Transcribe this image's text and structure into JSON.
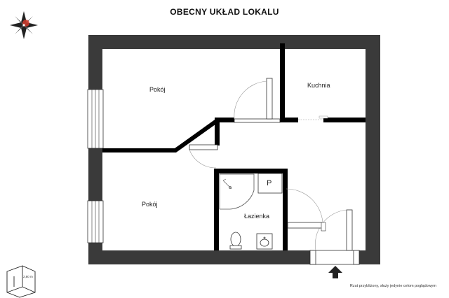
{
  "title": "OBECNY UKŁAD LOKALU",
  "rooms": {
    "room_top_left": "Pokój",
    "kitchen": "Kuchnia",
    "room_bottom_left": "Pokój",
    "bathroom": "Łazienka"
  },
  "bathroom_fixture_label": "P",
  "ceiling_height": "2,80 m",
  "disclaimer": "Rzut przybliżony, służy jedynie celom poglądowym",
  "colors": {
    "wall": "#3a3a3a",
    "partition": "#000000",
    "compass_red": "#d23a2a",
    "compass_dark": "#222222"
  },
  "icons": [
    "compass-icon",
    "entrance-arrow-icon",
    "ceiling-height-icon"
  ]
}
